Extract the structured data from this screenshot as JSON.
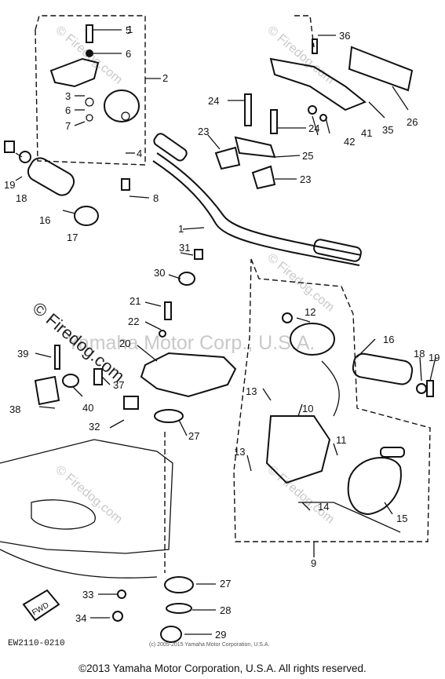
{
  "diagram": {
    "watermarks": {
      "firedog_rotated": "© Firedog.com",
      "firedog_main": "© Firedog.com",
      "yamaha_center": "Yamaha Motor Corp., U.S.A."
    },
    "callouts": [
      "1",
      "2",
      "3",
      "4",
      "5",
      "6",
      "6",
      "7",
      "8",
      "9",
      "10",
      "11",
      "12",
      "13",
      "13",
      "14",
      "15",
      "16",
      "16",
      "17",
      "18",
      "18",
      "19",
      "19",
      "20",
      "21",
      "22",
      "23",
      "23",
      "24",
      "24",
      "25",
      "26",
      "27",
      "27",
      "28",
      "29",
      "30",
      "31",
      "32",
      "33",
      "34",
      "35",
      "36",
      "37",
      "38",
      "39",
      "40",
      "41",
      "42"
    ],
    "drawing_code": "EW2110-0210",
    "fwd_label": "FWD",
    "small_copyright": "(c) 2005-2015 Yamaha Motor Corporation, U.S.A.",
    "footer": "©2013 Yamaha Motor Corporation, U.S.A. All rights reserved."
  }
}
